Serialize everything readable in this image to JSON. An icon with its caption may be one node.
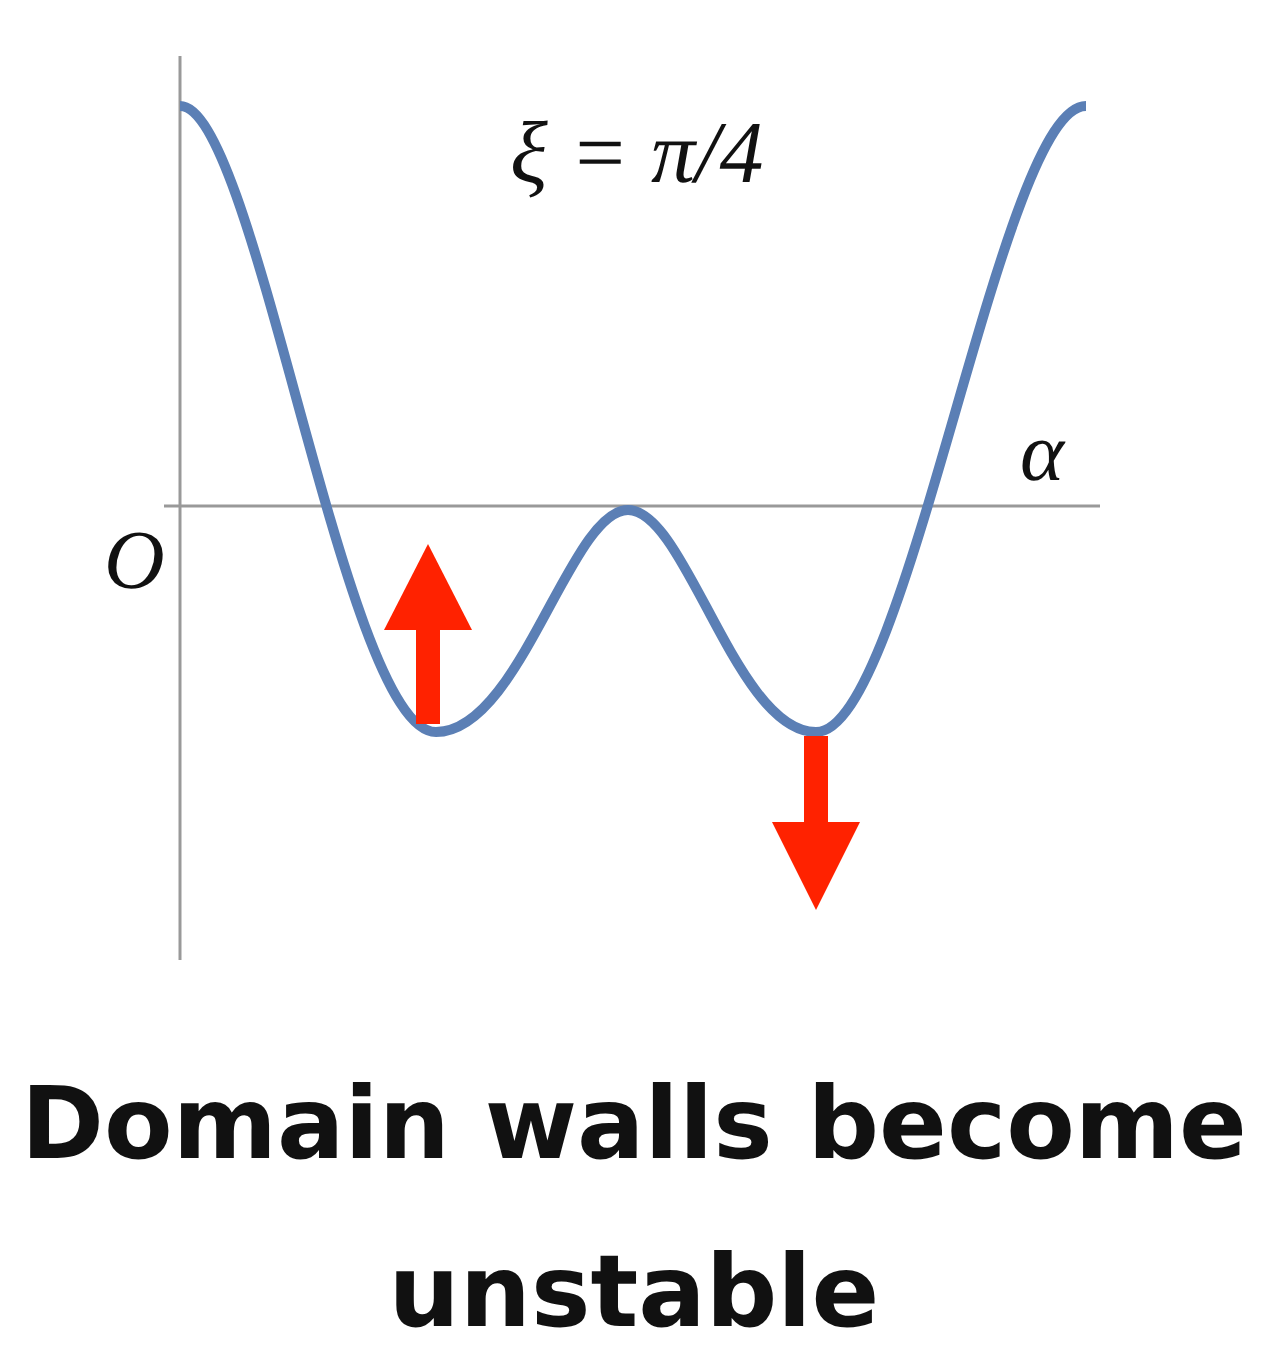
{
  "diagram": {
    "caption": "Domain walls become unstable",
    "labels": [
      "ξ = π/4",
      "α",
      "O"
    ]
  }
}
